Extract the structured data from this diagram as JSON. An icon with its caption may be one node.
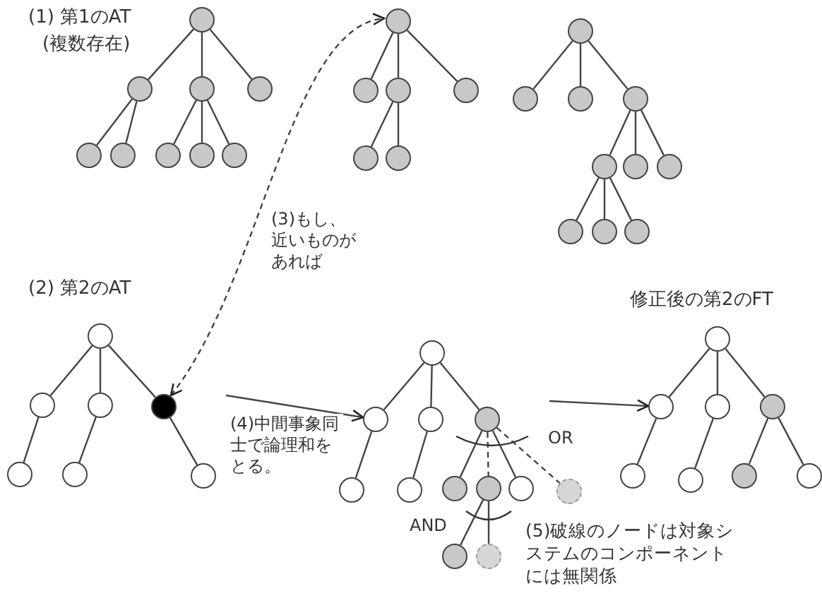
{
  "diagram": {
    "nodes": [
      {
        "text": [],
        "shape": "circle"
      },
      {
        "text": [],
        "shape": "circle"
      },
      {
        "text": [],
        "shape": "circle"
      },
      {
        "text": [],
        "shape": "circle"
      },
      {
        "text": [],
        "shape": "circle"
      },
      {
        "text": [],
        "shape": "circle"
      },
      {
        "text": [],
        "shape": "circle"
      },
      {
        "text": [],
        "shape": "circle"
      },
      {
        "text": [],
        "shape": "circle"
      },
      {
        "text": [],
        "shape": "circle"
      },
      {
        "text": [],
        "shape": "circle"
      },
      {
        "text": [],
        "shape": "circle"
      },
      {
        "text": [],
        "shape": "circle"
      },
      {
        "text": [],
        "shape": "circle"
      },
      {
        "text": [],
        "shape": "circle"
      },
      {
        "text": [],
        "shape": "circle"
      },
      {
        "text": [],
        "shape": "circle"
      },
      {
        "text": [],
        "shape": "circle"
      },
      {
        "text": [],
        "shape": "circle"
      },
      {
        "text": [],
        "shape": "circle"
      },
      {
        "text": [],
        "shape": "circle"
      },
      {
        "text": [],
        "shape": "circle"
      },
      {
        "text": [],
        "shape": "circle"
      },
      {
        "text": [],
        "shape": "circle"
      },
      {
        "text": [],
        "shape": "circle"
      },
      {
        "text": [],
        "shape": "circle"
      },
      {
        "text": [],
        "shape": "circle"
      },
      {
        "text": [],
        "shape": "circle"
      },
      {
        "text": [],
        "shape": "circle"
      },
      {
        "text": [],
        "shape": "circle"
      },
      {
        "text": [],
        "shape": "circle"
      },
      {
        "text": [],
        "shape": "circle"
      },
      {
        "text": [],
        "shape": "circle"
      },
      {
        "text": [],
        "shape": "circle"
      },
      {
        "text": [],
        "shape": "circle"
      },
      {
        "text": [],
        "shape": "circle"
      },
      {
        "text": [],
        "shape": "circle"
      },
      {
        "text": [],
        "shape": "circle"
      },
      {
        "text": [],
        "shape": "circle"
      },
      {
        "text": [],
        "shape": "circle"
      },
      {
        "text": [],
        "shape": "circle"
      },
      {
        "text": [],
        "shape": "circle"
      },
      {
        "text": [],
        "shape": "circle"
      },
      {
        "text": [],
        "shape": "circle"
      },
      {
        "text": [],
        "shape": "circle"
      },
      {
        "text": [],
        "shape": "circle"
      },
      {
        "text": [],
        "shape": "circle"
      },
      {
        "text": [],
        "shape": "circle"
      },
      {
        "text": [],
        "shape": "circle"
      },
      {
        "text": [],
        "shape": "circle"
      },
      {
        "text": [],
        "shape": "circle"
      },
      {
        "text": [],
        "shape": "circle"
      }
    ],
    "edges": [
      {
        "from": 0,
        "to": 1,
        "arrow": "none"
      },
      {
        "from": 0,
        "to": 2,
        "arrow": "none"
      },
      {
        "from": 0,
        "to": 3,
        "arrow": "none"
      },
      {
        "from": 1,
        "to": 4,
        "arrow": "none"
      },
      {
        "from": 1,
        "to": 5,
        "arrow": "none"
      },
      {
        "from": 2,
        "to": 6,
        "arrow": "none"
      },
      {
        "from": 2,
        "to": 7,
        "arrow": "none"
      },
      {
        "from": 2,
        "to": 8,
        "arrow": "none"
      },
      {
        "from": 9,
        "to": 10,
        "arrow": "none"
      },
      {
        "from": 9,
        "to": 11,
        "arrow": "none"
      },
      {
        "from": 9,
        "to": 12,
        "arrow": "none"
      },
      {
        "from": 11,
        "to": 13,
        "arrow": "none"
      },
      {
        "from": 11,
        "to": 14,
        "arrow": "none"
      },
      {
        "from": 15,
        "to": 16,
        "arrow": "none"
      },
      {
        "from": 15,
        "to": 17,
        "arrow": "none"
      },
      {
        "from": 15,
        "to": 18,
        "arrow": "none"
      },
      {
        "from": 18,
        "to": 19,
        "arrow": "none"
      },
      {
        "from": 18,
        "to": 20,
        "arrow": "none"
      },
      {
        "from": 18,
        "to": 21,
        "arrow": "none"
      },
      {
        "from": 19,
        "to": 22,
        "arrow": "none"
      },
      {
        "from": 19,
        "to": 23,
        "arrow": "none"
      },
      {
        "from": 19,
        "to": 24,
        "arrow": "none"
      },
      {
        "from": 25,
        "to": 26,
        "arrow": "none"
      },
      {
        "from": 25,
        "to": 27,
        "arrow": "none"
      },
      {
        "from": 25,
        "to": 28,
        "arrow": "none"
      },
      {
        "from": 26,
        "to": 29,
        "arrow": "none"
      },
      {
        "from": 27,
        "to": 30,
        "arrow": "none"
      },
      {
        "from": 28,
        "to": 31,
        "arrow": "none"
      },
      {
        "from": 32,
        "to": 33,
        "arrow": "none"
      },
      {
        "from": 32,
        "to": 34,
        "arrow": "none"
      },
      {
        "from": 32,
        "to": 35,
        "arrow": "none"
      },
      {
        "from": 33,
        "to": 36,
        "arrow": "none"
      },
      {
        "from": 34,
        "to": 37,
        "arrow": "none"
      },
      {
        "from": 35,
        "to": 38,
        "arrow": "none"
      },
      {
        "from": 35,
        "to": 39,
        "arrow": "none",
        "style": "dashed"
      },
      {
        "from": 35,
        "to": 40,
        "arrow": "none"
      },
      {
        "from": 35,
        "to": 41,
        "arrow": "none",
        "style": "dashed"
      },
      {
        "from": 39,
        "to": 42,
        "arrow": "none"
      },
      {
        "from": 39,
        "to": 43,
        "arrow": "none"
      },
      {
        "from": 44,
        "to": 45,
        "arrow": "none"
      },
      {
        "from": 44,
        "to": 46,
        "arrow": "none"
      },
      {
        "from": 44,
        "to": 47,
        "arrow": "none"
      },
      {
        "from": 45,
        "to": 48,
        "arrow": "none"
      },
      {
        "from": 46,
        "to": 49,
        "arrow": "none"
      },
      {
        "from": 47,
        "to": 50,
        "arrow": "none"
      },
      {
        "from": 47,
        "to": 51,
        "arrow": "none"
      },
      {
        "from": 28,
        "to": 9,
        "arrow": "both",
        "style": "dashed",
        "label": "(3)もし、近いものがあれば"
      },
      {
        "from": null,
        "to": 33,
        "arrow": "to",
        "label": "(4)中間事象同士で論理和をとる。"
      },
      {
        "from": null,
        "to": 45,
        "arrow": "to"
      }
    ],
    "labels": [
      "(1) 第1のAT",
      "(複数存在)",
      "(2) 第2のAT",
      "修正後の第2のFT",
      "OR",
      "AND",
      "(5)破線のノードは対象システムのコンポーネントには無関係"
    ]
  }
}
